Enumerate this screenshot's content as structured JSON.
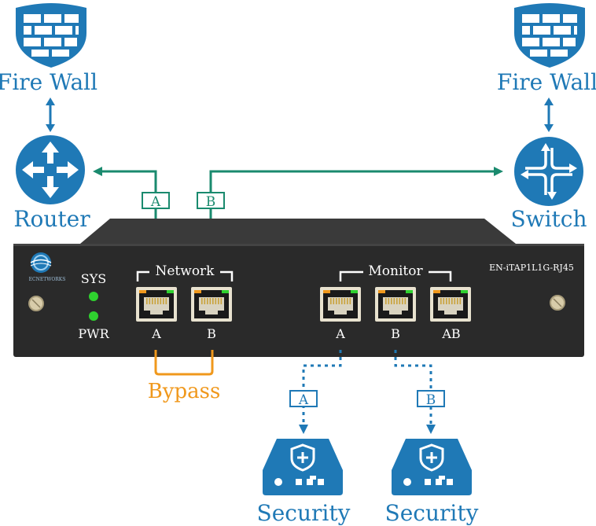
{
  "nodes": {
    "firewall_left": "Fire Wall",
    "firewall_right": "Fire Wall",
    "router": "Router",
    "switch": "Switch",
    "security_left": "Security",
    "security_right": "Security"
  },
  "device": {
    "model": "EN-iTAP1L1G-RJ45",
    "logo_text": "ECNETWORKS",
    "sys_label": "SYS",
    "pwr_label": "PWR",
    "network_group": "Network",
    "monitor_group": "Monitor",
    "network_ports": [
      "A",
      "B"
    ],
    "monitor_ports": [
      "A",
      "B",
      "AB"
    ],
    "led_color": "#2fd12f"
  },
  "links": {
    "tag_a": "A",
    "tag_b": "B",
    "monitor_tag_a": "A",
    "monitor_tag_b": "B",
    "bypass": "Bypass"
  },
  "colors": {
    "blue": "#1f79b6",
    "green": "#1a8a6e",
    "orange": "#f0981c",
    "device_body": "#2a2a2a"
  }
}
